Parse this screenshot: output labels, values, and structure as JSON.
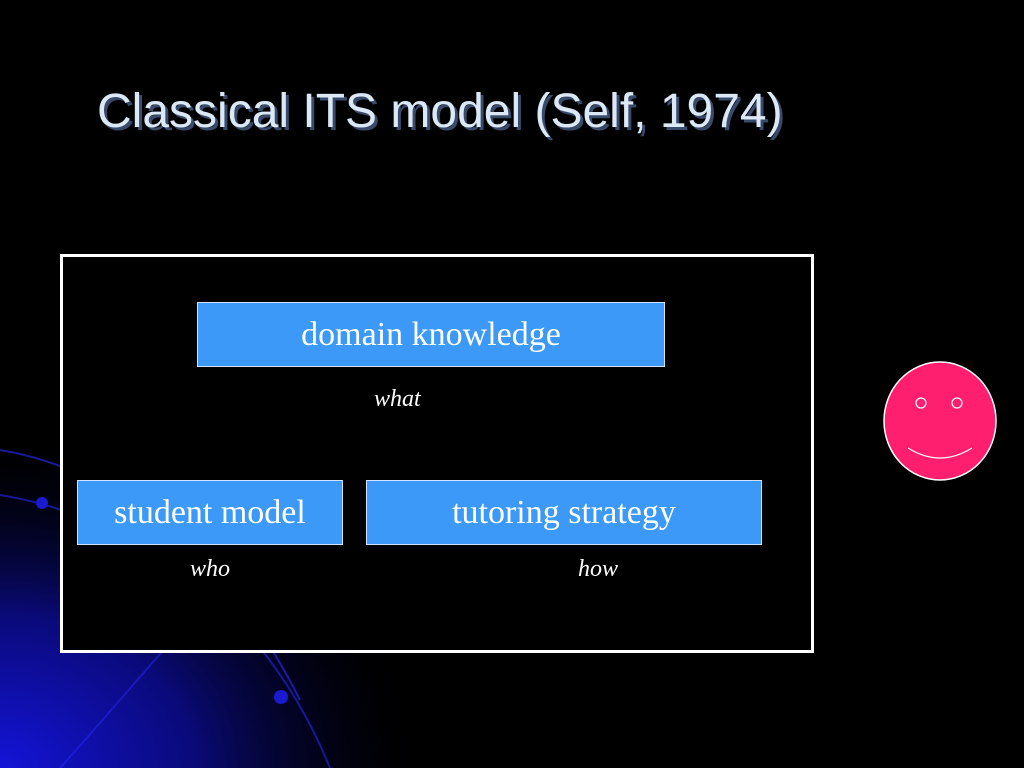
{
  "slide": {
    "title": "Classical ITS model (Self, 1974)"
  },
  "diagram": {
    "components": {
      "domain": "domain knowledge",
      "student": "student model",
      "tutor": "tutoring strategy"
    },
    "captions": {
      "what": "what",
      "who": "who",
      "how": "how"
    }
  },
  "colors": {
    "background": "#000000",
    "box_fill": "#3d99f7",
    "title_text": "#dbe9f7",
    "smiley_face": "#ff1f6e",
    "decoration_blue": "#1a1adf"
  },
  "icons": {
    "smiley": "smiley-face-icon"
  }
}
